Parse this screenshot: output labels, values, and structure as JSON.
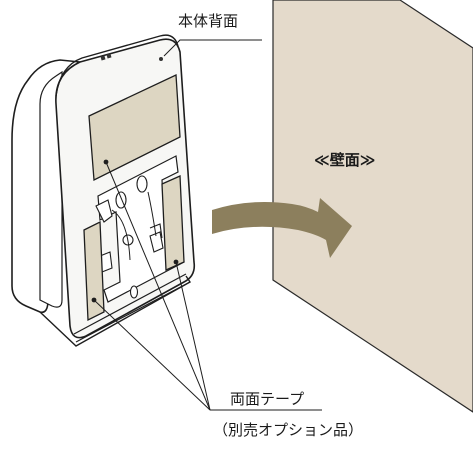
{
  "labels": {
    "body_back": "本体背面",
    "wall": "≪壁面≫",
    "tape": "両面テープ",
    "tape_note": "（別売オプション品）"
  },
  "colors": {
    "wall_fill": "#e4dacb",
    "tape_fill": "#ddd6c2",
    "arrow_fill": "#8c7f5d",
    "outline": "#1e1e1e"
  }
}
